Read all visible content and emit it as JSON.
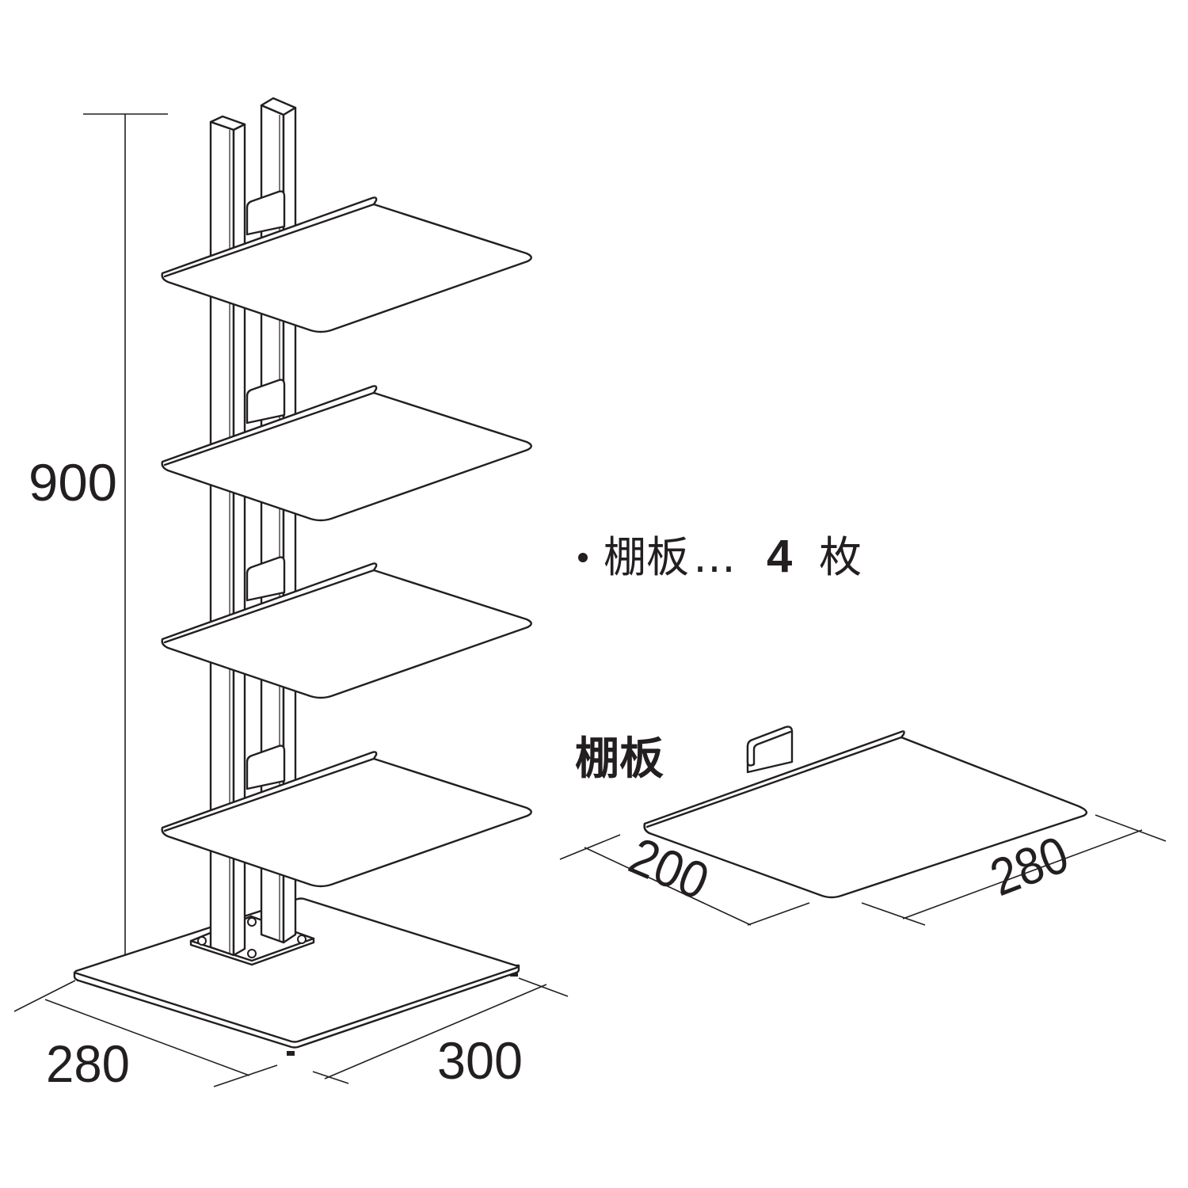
{
  "dimensions": {
    "height": "900",
    "base_depth": "280",
    "base_width": "300",
    "shelf_depth": "200",
    "shelf_width": "280"
  },
  "note": {
    "bullet": "・",
    "item": "棚板",
    "ellipsis": "…",
    "count": "4",
    "unit": "枚"
  },
  "shelf_label": "棚板",
  "colors": {
    "line": "#231f20",
    "background": "#ffffff"
  }
}
